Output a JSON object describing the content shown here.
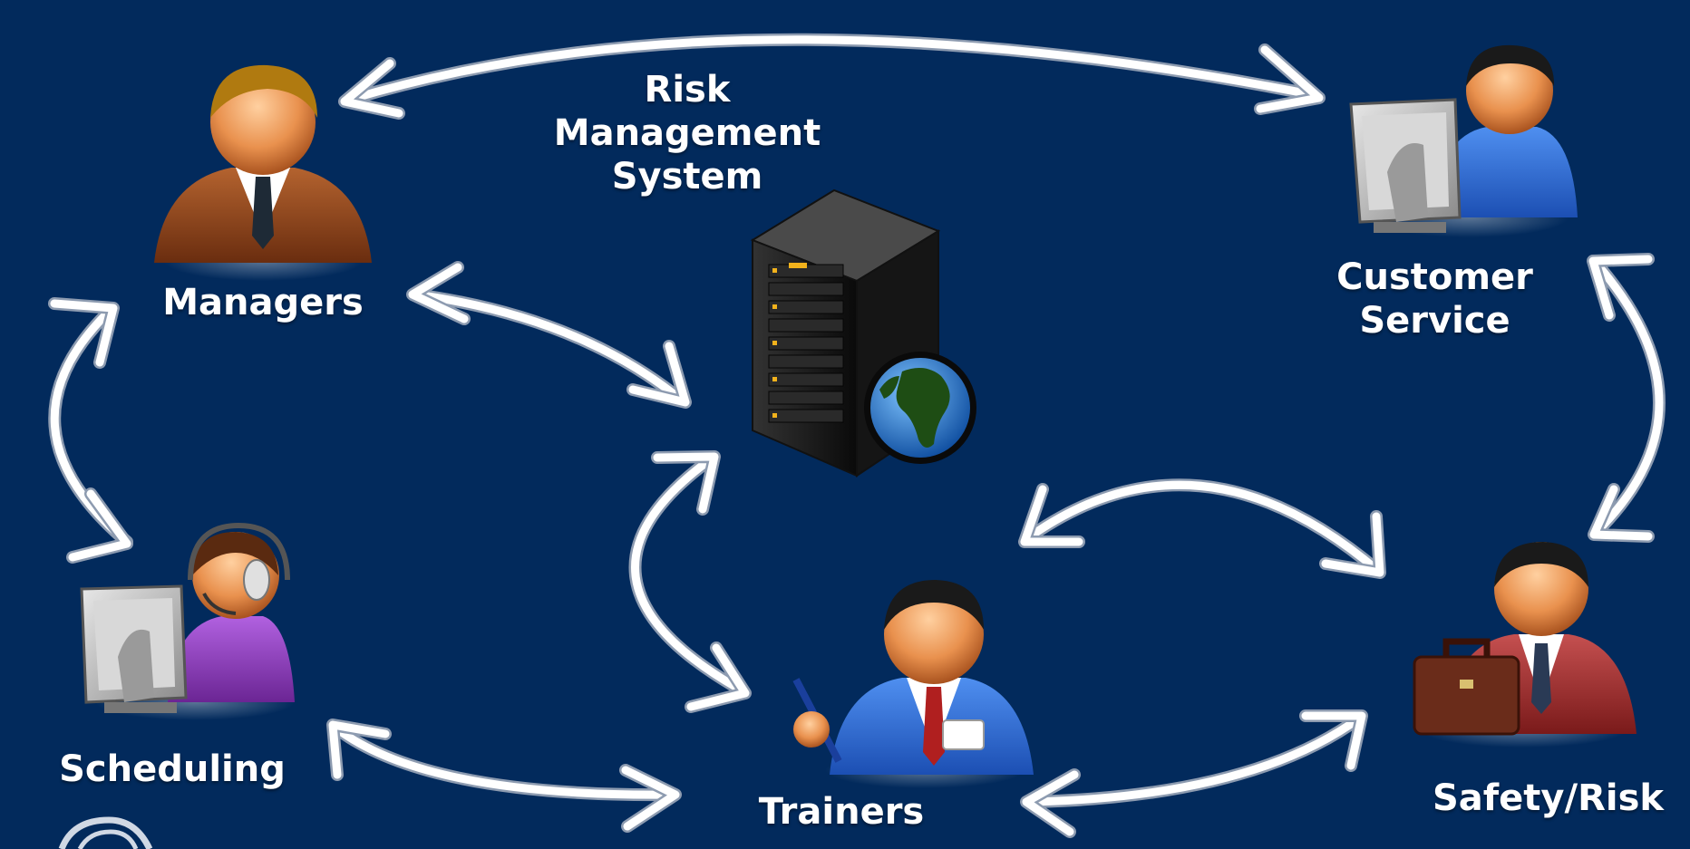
{
  "colors": {
    "background": "#022a5c",
    "arrow": "#ffffff",
    "label_text": "#ffffff"
  },
  "nodes": {
    "managers": {
      "label": "Managers",
      "icon": "manager-person-icon"
    },
    "customer_service": {
      "label_line1": "Customer",
      "label_line2": "Service",
      "icon": "customer-service-computer-icon"
    },
    "risk_system": {
      "label_line1": "Risk",
      "label_line2": "Management",
      "label_line3": "System",
      "icon": "server-globe-icon"
    },
    "scheduling": {
      "label": "Scheduling",
      "icon": "headset-operator-icon"
    },
    "trainers": {
      "label": "Trainers",
      "icon": "trainer-person-icon"
    },
    "safety_risk": {
      "label": "Safety/Risk",
      "icon": "briefcase-person-icon"
    }
  },
  "connections": [
    {
      "from": "managers",
      "to": "customer_service"
    },
    {
      "from": "managers",
      "to": "risk_system"
    },
    {
      "from": "managers",
      "to": "scheduling"
    },
    {
      "from": "scheduling",
      "to": "trainers"
    },
    {
      "from": "risk_system",
      "to": "trainers"
    },
    {
      "from": "customer_service",
      "to": "safety_risk"
    },
    {
      "from": "safety_risk",
      "to": "risk_system"
    },
    {
      "from": "trainers",
      "to": "safety_risk"
    }
  ]
}
